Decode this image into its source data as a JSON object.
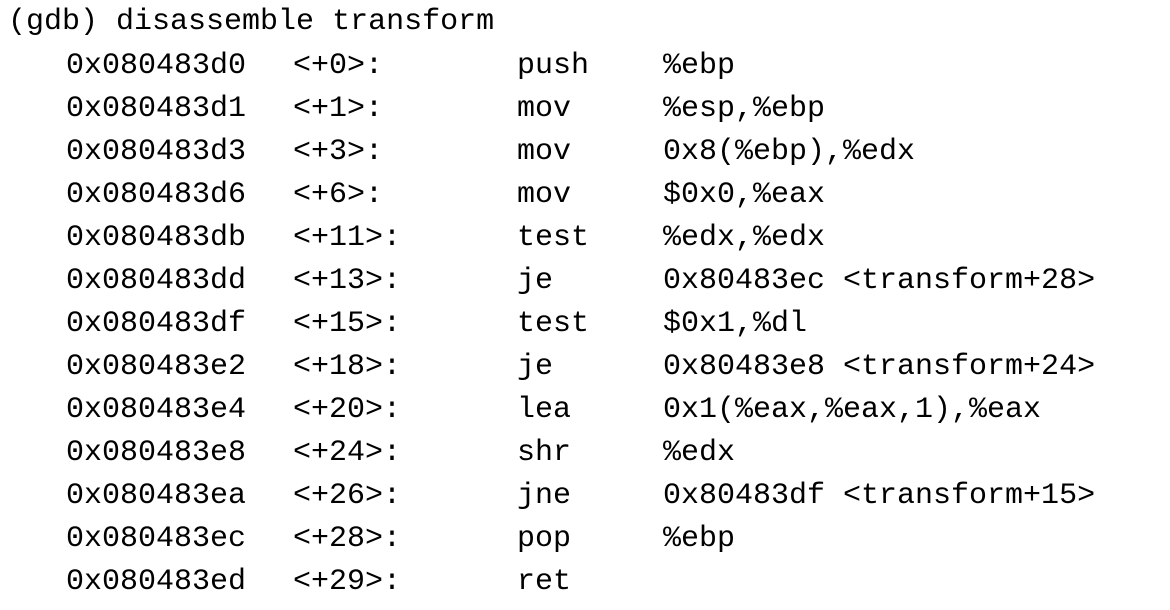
{
  "prompt": "(gdb)",
  "command": "disassemble transform",
  "rows": [
    {
      "addr": "0x080483d0",
      "off": "<+0>:",
      "mn": "push",
      "ops": "%ebp"
    },
    {
      "addr": "0x080483d1",
      "off": "<+1>:",
      "mn": "mov",
      "ops": "%esp,%ebp"
    },
    {
      "addr": "0x080483d3",
      "off": "<+3>:",
      "mn": "mov",
      "ops": "0x8(%ebp),%edx"
    },
    {
      "addr": "0x080483d6",
      "off": "<+6>:",
      "mn": "mov",
      "ops": "$0x0,%eax"
    },
    {
      "addr": "0x080483db",
      "off": "<+11>:",
      "mn": "test",
      "ops": "%edx,%edx"
    },
    {
      "addr": "0x080483dd",
      "off": "<+13>:",
      "mn": "je",
      "ops": "0x80483ec <transform+28>"
    },
    {
      "addr": "0x080483df",
      "off": "<+15>:",
      "mn": "test",
      "ops": "$0x1,%dl"
    },
    {
      "addr": "0x080483e2",
      "off": "<+18>:",
      "mn": "je",
      "ops": "0x80483e8 <transform+24>"
    },
    {
      "addr": "0x080483e4",
      "off": "<+20>:",
      "mn": "lea",
      "ops": "0x1(%eax,%eax,1),%eax"
    },
    {
      "addr": "0x080483e8",
      "off": "<+24>:",
      "mn": "shr",
      "ops": "%edx"
    },
    {
      "addr": "0x080483ea",
      "off": "<+26>:",
      "mn": "jne",
      "ops": "0x80483df <transform+15>"
    },
    {
      "addr": "0x080483ec",
      "off": "<+28>:",
      "mn": "pop",
      "ops": "%ebp"
    },
    {
      "addr": "0x080483ed",
      "off": "<+29>:",
      "mn": "ret",
      "ops": ""
    }
  ]
}
